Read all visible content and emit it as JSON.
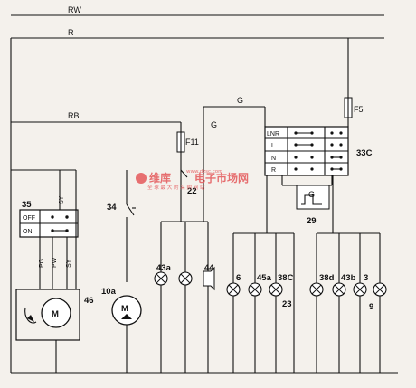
{
  "wires": {
    "rw": "RW",
    "r": "R",
    "rb": "RB",
    "g1": "G",
    "g2": "G"
  },
  "fuses": {
    "f11": "F11",
    "f5": "F5"
  },
  "switch35": {
    "id": "35",
    "off": "OFF",
    "on": "ON",
    "sy": "SY"
  },
  "switch33c": {
    "id": "33C",
    "rows": [
      "LNR",
      "L",
      "N",
      "R"
    ]
  },
  "relay29": {
    "id": "29",
    "label": "G"
  },
  "node22": "22",
  "switch34": "34",
  "motor10a": {
    "id": "10a",
    "label": "M"
  },
  "motor46": {
    "id": "46",
    "label": "M",
    "pg": "PG",
    "pw": "PW",
    "sy": "SY"
  },
  "lamps": {
    "l43a": "43a",
    "l44": "44",
    "l6": "6",
    "l45a": "45a",
    "l38c": "38C",
    "l23": "23",
    "l38d": "38d",
    "l43b": "43b",
    "l3": "3",
    "l9": "9"
  },
  "watermark": {
    "brand": "维库",
    "site": "电子市场网",
    "url": "www.dzsc.com",
    "slogan": "全 球 最 大 的 采 购 网 站"
  }
}
